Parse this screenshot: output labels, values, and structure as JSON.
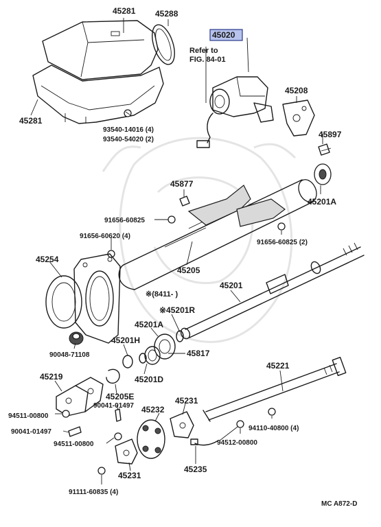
{
  "diagram": {
    "part_labels": {
      "p45281_top": "45281",
      "p45288": "45288",
      "p45020": "45020",
      "refer_line1": "Refer to",
      "refer_line2": "FIG. 84-01",
      "p45281_left": "45281",
      "p45208": "45208",
      "p93540_14016": "93540-14016 (4)",
      "p93540_54020": "93540-54020 (2)",
      "p45897": "45897",
      "p45877": "45877",
      "p45201A_top": "45201A",
      "p91656_60825_left": "91656-60825",
      "p91656_60620": "91656-60620 (4)",
      "p91656_60825_right": "91656-60825 (2)",
      "p45254": "45254",
      "p45205": "45205",
      "note_8411": "※(8411-    )",
      "p45201": "45201",
      "p45201R": "※45201R",
      "p45201A_mid": "45201A",
      "p90048_71108": "90048-71108",
      "p45201H": "45201H",
      "p45817": "45817",
      "p45201D": "45201D",
      "p45221": "45221",
      "p45219": "45219",
      "p45205E": "45205E",
      "p90041_01497_mid": "90041-01497",
      "p45231_right": "45231",
      "p45232": "45232",
      "p94511_00800_top": "94511-00800",
      "p90041_01497_left": "90041-01497",
      "p94110_40800": "94110-40800 (4)",
      "p94511_00800_mid": "94511-00800",
      "p94512_00800": "94512-00800",
      "p45235": "45235",
      "p45231_bottom": "45231",
      "p91111_60835": "91111-60835 (4)"
    },
    "fig_code": "MC A872-D",
    "colors": {
      "highlight": "#b7c3ec",
      "line": "#1a1a1a"
    }
  }
}
